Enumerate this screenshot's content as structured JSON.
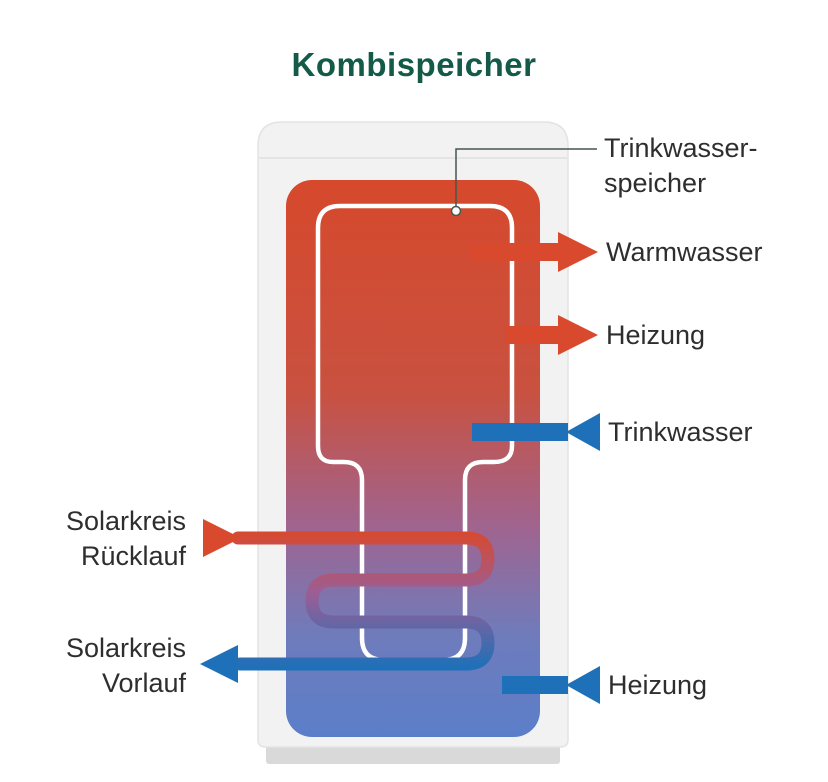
{
  "title": "Kombispeicher",
  "colors": {
    "title": "#145A48",
    "text": "#2E2E2E",
    "red": "#D8492E",
    "blue": "#1E70B8",
    "tank_body": "#F2F2F2",
    "tank_base": "#D9D9D9",
    "gradient_top": "#D6492C",
    "gradient_bottom": "#5B7EC9",
    "callout_line": "#44564E"
  },
  "callout": {
    "line1": "Trinkwasser-",
    "line2": "speicher"
  },
  "right_ports": [
    {
      "label": "Warmwasser",
      "color": "red",
      "direction": "out"
    },
    {
      "label": "Heizung",
      "color": "red",
      "direction": "out"
    },
    {
      "label": "Trinkwasser",
      "color": "blue",
      "direction": "in"
    },
    {
      "label": "Heizung",
      "color": "blue",
      "direction": "in"
    }
  ],
  "left_ports": [
    {
      "line1": "Solarkreis",
      "line2": "Rücklauf",
      "color": "red",
      "direction": "in"
    },
    {
      "line1": "Solarkreis",
      "line2": "Vorlauf",
      "color": "blue",
      "direction": "out"
    }
  ]
}
